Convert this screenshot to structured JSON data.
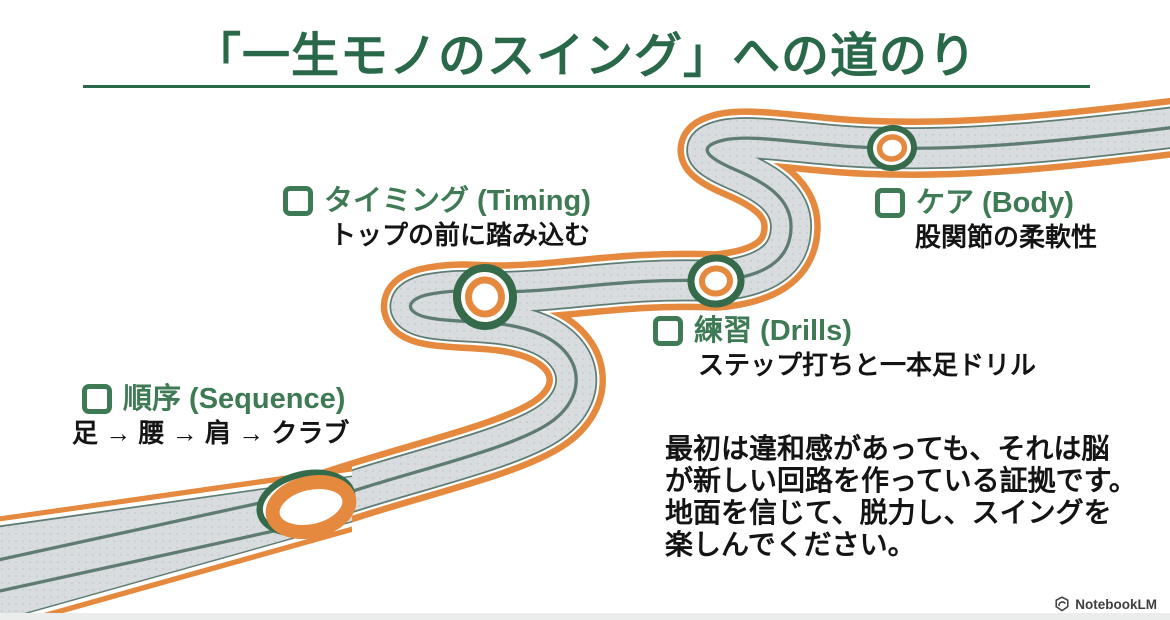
{
  "slide": {
    "title": "「一生モノのスイング」への道のり",
    "watermark": "NotebookLM"
  },
  "milestones": [
    {
      "id": "sequence",
      "label": "順序 (Sequence)",
      "sublabel": "足 → 腰 → 肩 → クラブ",
      "checked": false
    },
    {
      "id": "timing",
      "label": "タイミング (Timing)",
      "sublabel": "トップの前に踏み込む",
      "checked": false
    },
    {
      "id": "drills",
      "label": "練習 (Drills)",
      "sublabel": "ステップ打ちと一本足ドリル",
      "checked": false
    },
    {
      "id": "body",
      "label": "ケア (Body)",
      "sublabel": "股関節の柔軟性",
      "checked": false
    }
  ],
  "note": {
    "lines": [
      "最初は違和感があっても、それは脳",
      "が新しい回路を作っている証拠です。",
      "地面を信じて、脱力し、スイングを",
      "楽しんでください。"
    ]
  },
  "road": {
    "milestone_marker_count": 4,
    "direction": "bottom-left to top-right"
  },
  "colors": {
    "title_green": "#2a684a",
    "label_green": "#3e7b54",
    "ring_green": "#356b4b",
    "road_orange": "#e5893e",
    "road_gray": "#d8dcde",
    "road_line_slate": "#5f7c73",
    "text_black": "#141414",
    "watermark_gray": "#3f3f3f"
  }
}
